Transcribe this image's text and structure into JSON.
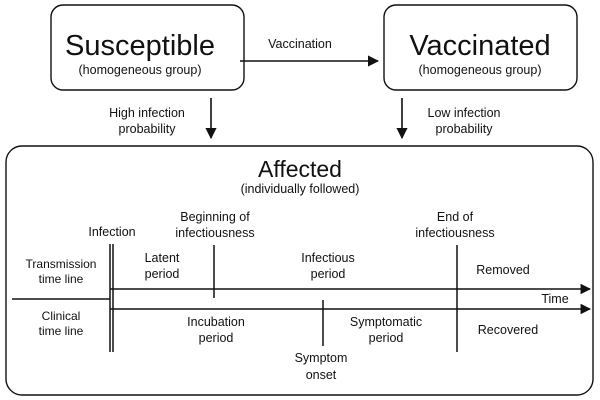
{
  "boxes": {
    "susceptible": {
      "title": "Susceptible",
      "subtitle": "(homogeneous group)"
    },
    "vaccinated": {
      "title": "Vaccinated",
      "subtitle": "(homogeneous group)"
    },
    "affected": {
      "title": "Affected",
      "subtitle": "(individually followed)"
    }
  },
  "arrows": {
    "vaccination": "Vaccination",
    "high_infection": [
      "High infection",
      "probability"
    ],
    "low_infection": [
      "Low infection",
      "probability"
    ]
  },
  "timeline": {
    "transmission_label": [
      "Transmission",
      "time line"
    ],
    "clinical_label": [
      "Clinical",
      "time line"
    ],
    "infection": "Infection",
    "beginning_infectiousness": [
      "Beginning of",
      "infectiousness"
    ],
    "end_infectiousness": [
      "End of",
      "infectiousness"
    ],
    "latent_period": [
      "Latent",
      "period"
    ],
    "infectious_period": [
      "Infectious",
      "period"
    ],
    "removed": "Removed",
    "time": "Time",
    "incubation_period": [
      "Incubation",
      "period"
    ],
    "symptomatic_period": [
      "Symptomatic",
      "period"
    ],
    "recovered": "Recovered",
    "symptom_onset": [
      "Symptom",
      "onset"
    ]
  }
}
